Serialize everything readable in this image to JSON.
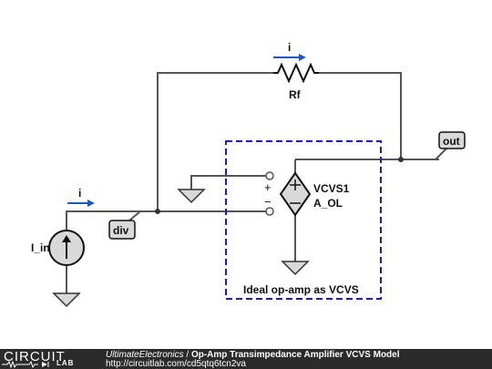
{
  "schematic": {
    "feedback_resistor": "Rf",
    "current_label_top": "i",
    "current_label_input": "i",
    "source_label": "I_in",
    "node_div": "div",
    "node_out": "out",
    "vcvs_name": "VCVS1",
    "vcvs_gain": "A_OL",
    "plus_sign": "+",
    "minus_sign": "−",
    "box_caption": "Ideal op-amp as VCVS",
    "colors": {
      "wire": "#555555",
      "box": "#1a1acc",
      "arrow": "#1a57c8",
      "component_fill": "#d9d9d9"
    }
  },
  "footer": {
    "logo_top": "CIRCUIT",
    "logo_bottom": "LAB",
    "author": "UltimateElectronics",
    "separator": " / ",
    "title": "Op-Amp Transimpedance Amplifier VCVS Model",
    "url": "http://circuitlab.com/cd5qtq6tcn2va"
  }
}
